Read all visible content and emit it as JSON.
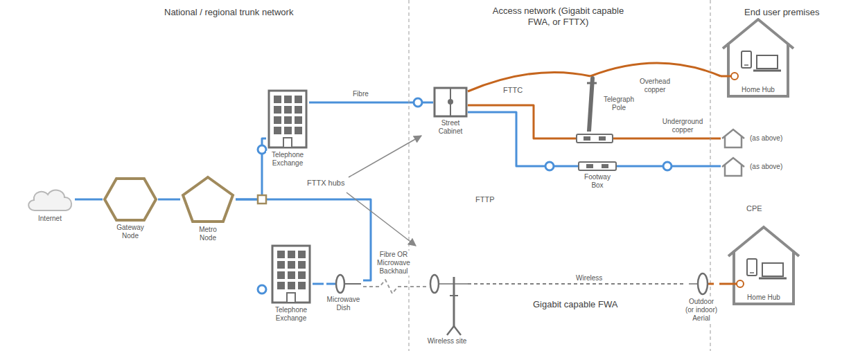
{
  "diagram": {
    "nodes": [
      {
        "text": [
          "Internet"
        ]
      },
      {
        "text": [
          "Gateway Node"
        ]
      },
      {
        "text": [
          "Metro Node"
        ]
      },
      {
        "text": [
          "Telephone Exchange"
        ]
      },
      {
        "text": [
          "Street Cabinet"
        ]
      },
      {
        "text": [
          "Telegraph Pole"
        ]
      },
      {
        "text": [
          "Home Hub"
        ]
      },
      {
        "text": [
          "(as above)"
        ]
      },
      {
        "text": [
          "Footway Box"
        ]
      },
      {
        "text": [
          "(as above)"
        ]
      },
      {
        "text": [
          "Telephone Exchange"
        ]
      },
      {
        "text": [
          "Microwave Dish"
        ]
      },
      {
        "text": [
          "Wireless site"
        ]
      },
      {
        "text": [
          "Outdoor (or indoor) Aerial"
        ]
      },
      {
        "text": [
          "Home Hub"
        ]
      }
    ],
    "edges": [
      {
        "from": 0,
        "to": 1,
        "arrow": "none"
      },
      {
        "from": 1,
        "to": 2,
        "arrow": "none"
      },
      {
        "from": 2,
        "to": 3,
        "arrow": "none"
      },
      {
        "from": 2,
        "to": 11,
        "arrow": "none"
      },
      {
        "from": 3,
        "to": 4,
        "label": "Fibre",
        "arrow": "none"
      },
      {
        "from": 4,
        "to": 5,
        "arrow": "none"
      },
      {
        "from": 5,
        "to": 6,
        "label": "Overhead copper",
        "arrow": "none"
      },
      {
        "from": 4,
        "to": 7,
        "label": "Underground copper",
        "arrow": "none"
      },
      {
        "from": 4,
        "to": 8,
        "arrow": "none"
      },
      {
        "from": 8,
        "to": 9,
        "arrow": "none"
      },
      {
        "from": 10,
        "to": 11,
        "arrow": "none"
      },
      {
        "from": 11,
        "to": 12,
        "arrow": "none"
      },
      {
        "from": 12,
        "to": 13,
        "label": "Wireless",
        "arrow": "none"
      },
      {
        "from": 13,
        "to": 14,
        "arrow": "none"
      }
    ],
    "labels": [
      "National / regional trunk network",
      "Access network (Gigabit capable FWA, or FTTX)",
      "End user premises",
      "FTTC",
      "FTTX hubs",
      "FTTP",
      "CPE",
      "Fibre OR Microwave Backhaul",
      "Gigabit capable FWA"
    ]
  }
}
